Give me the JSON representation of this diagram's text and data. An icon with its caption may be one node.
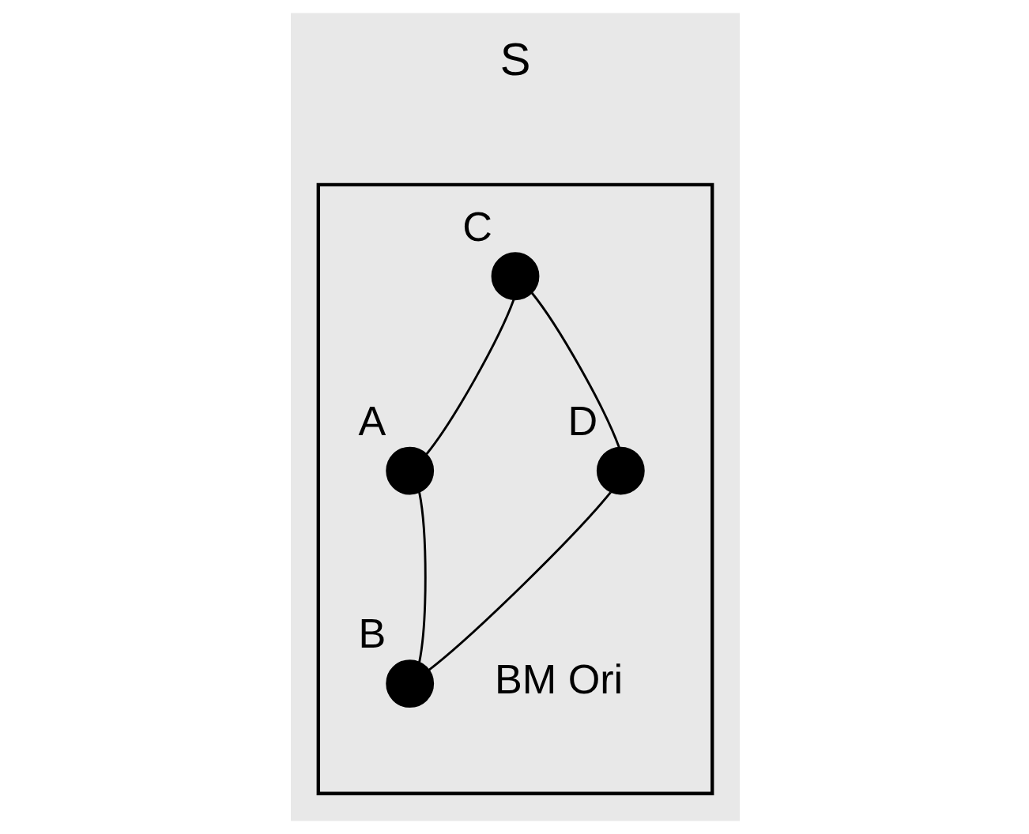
{
  "diagram": {
    "nodes": [
      {
        "text": [],
        "shape": "box"
      },
      {
        "text": [
          "C"
        ],
        "in": 0
      },
      {
        "text": [
          "D"
        ],
        "in": 0
      },
      {
        "text": [
          "A"
        ],
        "in": 0
      },
      {
        "text": [
          "B"
        ],
        "in": 0,
        "beside": [
          "BM Ori"
        ]
      }
    ],
    "edges": [
      {
        "from": 3,
        "to": 1,
        "arrow": "none"
      },
      {
        "from": 1,
        "to": 2,
        "arrow": "none"
      },
      {
        "from": 2,
        "to": 4,
        "arrow": "none"
      },
      {
        "from": 4,
        "to": 3,
        "arrow": "none"
      }
    ],
    "labels": [
      "S"
    ]
  }
}
